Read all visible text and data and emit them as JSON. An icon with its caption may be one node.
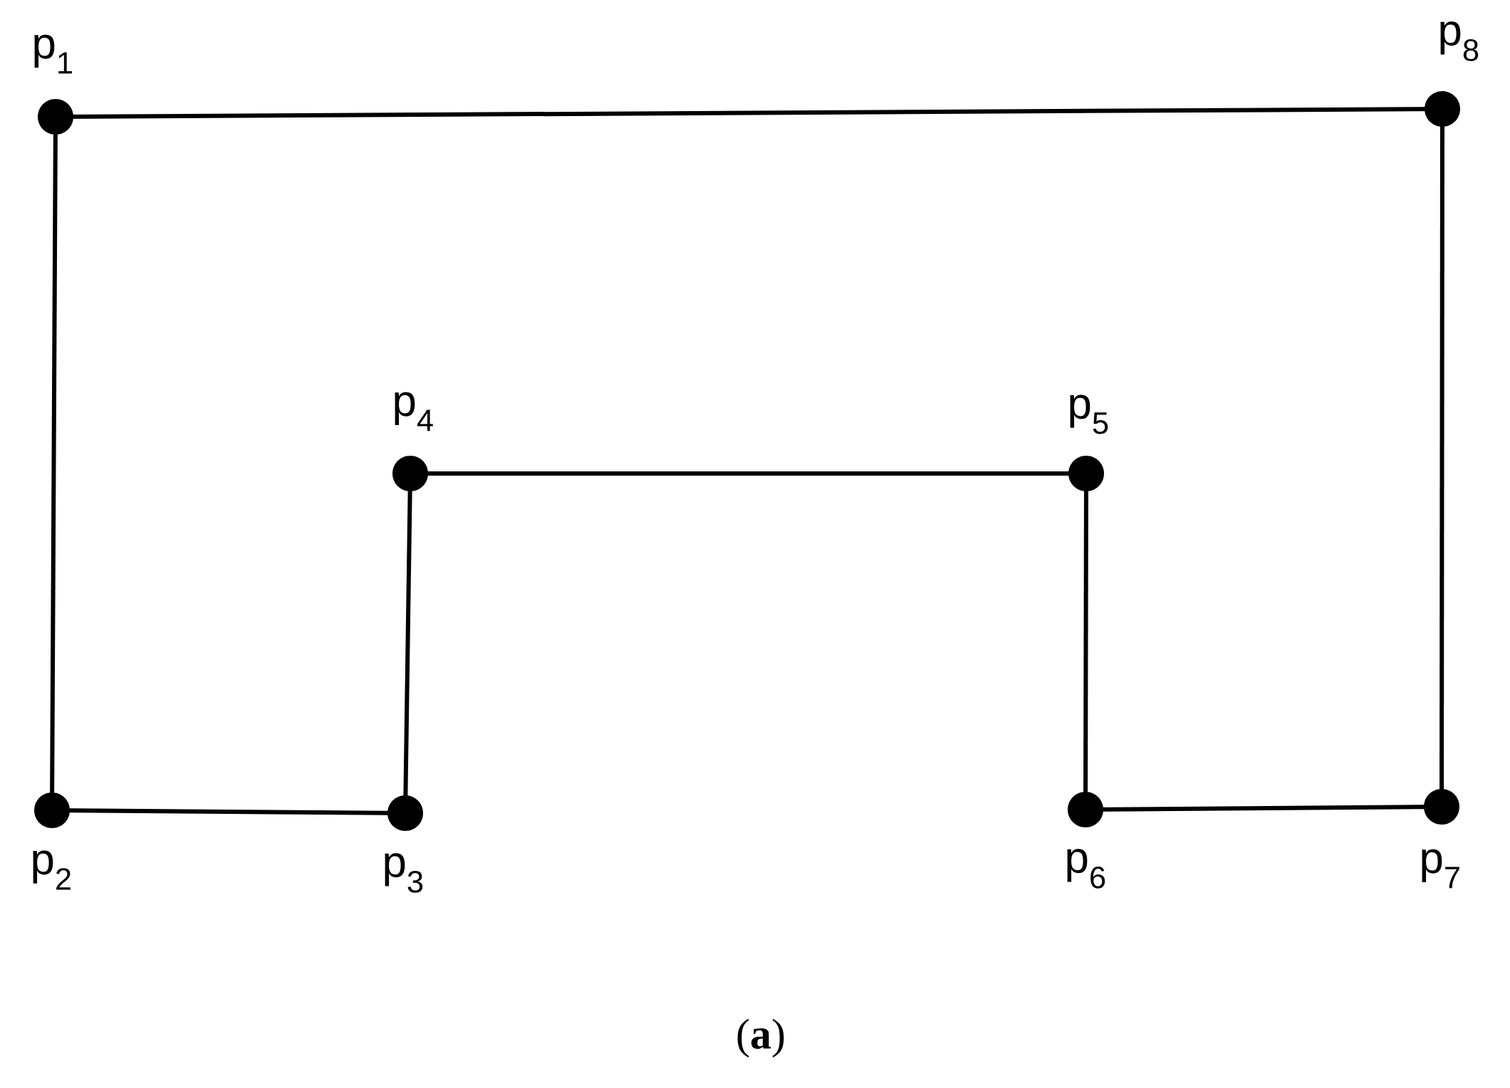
{
  "diagram": {
    "caption": "(**a**)",
    "nodes": [
      {
        "text": [
          "p$_{1}$"
        ]
      },
      {
        "text": [
          "p$_{2}$"
        ]
      },
      {
        "text": [
          "p$_{3}$"
        ]
      },
      {
        "text": [
          "p$_{4}$"
        ]
      },
      {
        "text": [
          "p$_{5}$"
        ]
      },
      {
        "text": [
          "p$_{6}$"
        ]
      },
      {
        "text": [
          "p$_{7}$"
        ]
      },
      {
        "text": [
          "p$_{8}$"
        ]
      }
    ],
    "edges": [
      {
        "from": 0,
        "to": 1,
        "arrow": "none"
      },
      {
        "from": 1,
        "to": 2,
        "arrow": "none"
      },
      {
        "from": 2,
        "to": 3,
        "arrow": "none"
      },
      {
        "from": 3,
        "to": 4,
        "arrow": "none"
      },
      {
        "from": 4,
        "to": 5,
        "arrow": "none"
      },
      {
        "from": 5,
        "to": 6,
        "arrow": "none"
      },
      {
        "from": 6,
        "to": 7,
        "arrow": "none"
      },
      {
        "from": 7,
        "to": 0,
        "arrow": "none"
      }
    ]
  }
}
